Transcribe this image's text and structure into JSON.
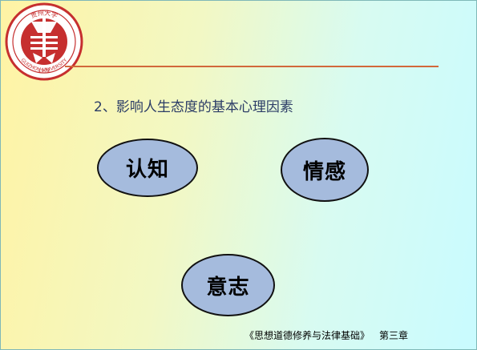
{
  "logo": {
    "icon": "university-seal-icon",
    "top_text": "贵州大学",
    "bottom_text": "GUIZHOU UNIVERSITY",
    "year": "1902"
  },
  "slide": {
    "heading": "2、影响人生态度的基本心理因素",
    "bubbles": [
      {
        "label": "认知"
      },
      {
        "label": "情感"
      },
      {
        "label": "意志"
      }
    ]
  },
  "footer": {
    "course": "《思想道德修养与法律基础》",
    "chapter": "第三章"
  },
  "colors": {
    "accent_line": "#d2683b",
    "bubble_fill": "#a5bbdd",
    "logo_red": "#c62f2f"
  }
}
